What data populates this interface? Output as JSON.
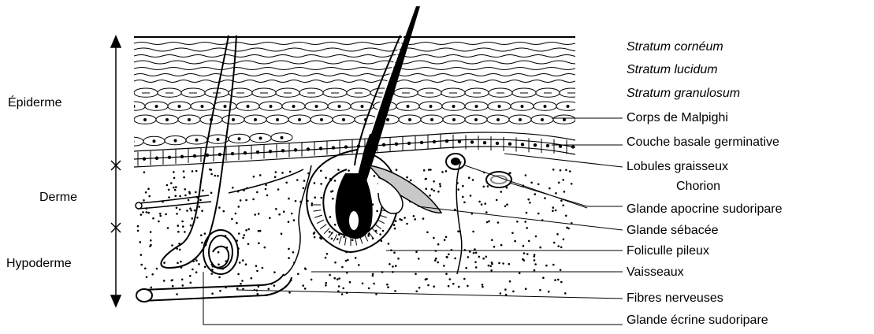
{
  "regions": {
    "epiderme": "Épiderme",
    "derme": "Derme",
    "hypoderme": "Hypoderme"
  },
  "structures": [
    "Stratum cornéum",
    "Stratum lucidum",
    "Stratum granulosum",
    "Corps de Malpighi",
    "Couche basale germinative",
    "Lobules graisseux",
    "Chorion",
    "Glande apocrine sudoripare",
    "Glande sébacée",
    "Foliculle pileux",
    "Vaisseaux",
    "Fibres nerveuses",
    "Glande écrine sudoripare"
  ]
}
